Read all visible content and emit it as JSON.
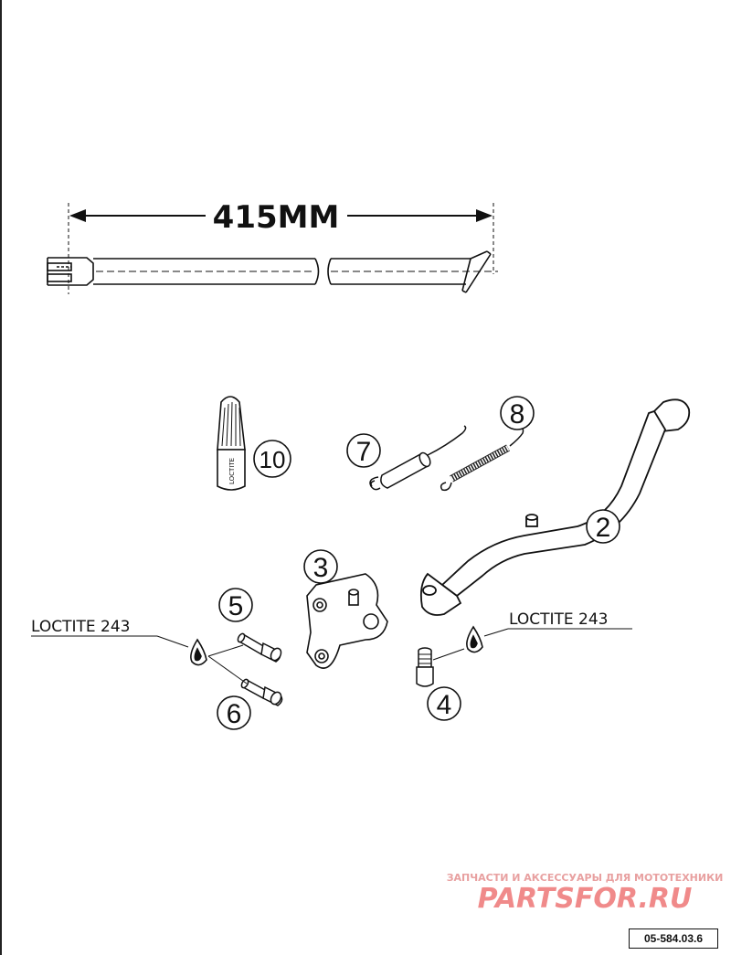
{
  "dimension": {
    "text": "415MM"
  },
  "parts": [
    {
      "number": "2"
    },
    {
      "number": "3"
    },
    {
      "number": "4"
    },
    {
      "number": "5"
    },
    {
      "number": "6"
    },
    {
      "number": "7"
    },
    {
      "number": "8"
    },
    {
      "number": "10"
    }
  ],
  "notes": {
    "loctite_left": "LOCTITE 243",
    "loctite_right": "LOCTITE 243",
    "tube_label": "LOCTITE"
  },
  "watermark": {
    "line1": "ЗАПЧАСТИ И АКСЕССУАРЫ ДЛЯ МОТОТЕХНИКИ",
    "line2": "PARTSFOR.RU"
  },
  "drawing_code": "05-584.03.6"
}
